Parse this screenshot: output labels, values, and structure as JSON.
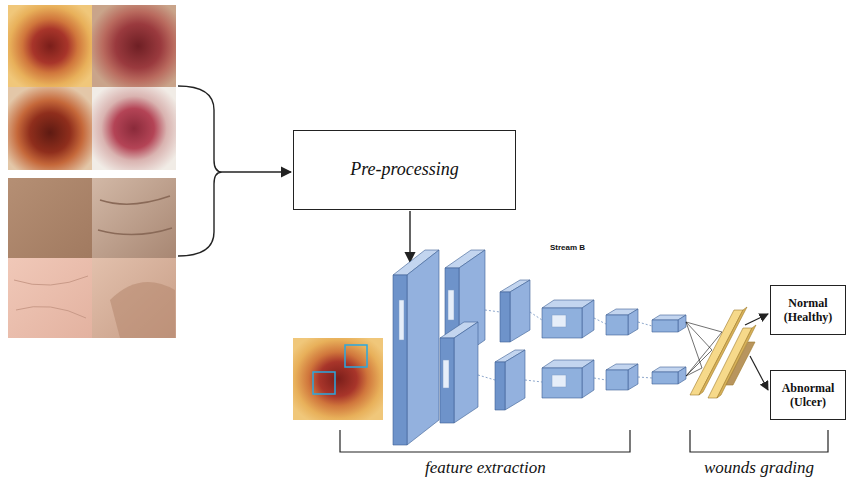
{
  "diagram": {
    "nodes": [
      {
        "text": [
          "Pre-processing"
        ]
      },
      {
        "text": [
          "Normal (Healthy)"
        ]
      },
      {
        "text": [
          "Abnormal (Ulcer)"
        ]
      }
    ],
    "labels": [
      "Stream B",
      "feature extraction",
      "wounds grading"
    ]
  }
}
